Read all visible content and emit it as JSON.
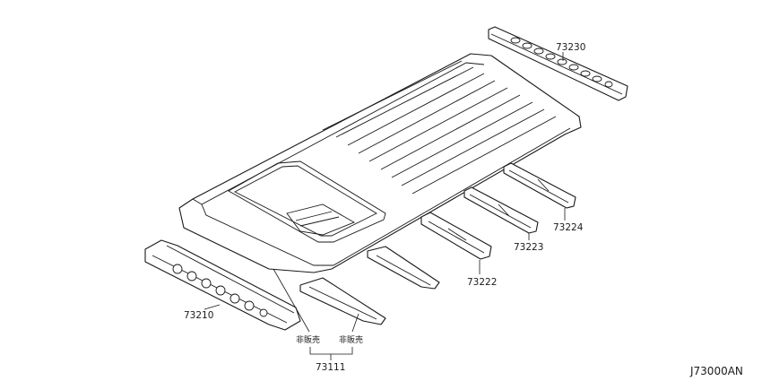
{
  "parts": [
    {
      "number": "73230"
    },
    {
      "number": "73224"
    },
    {
      "number": "73223"
    },
    {
      "number": "73222"
    },
    {
      "number": "73210"
    },
    {
      "number": "73111"
    }
  ],
  "notes": {
    "not_for_sale_left": "非販売",
    "not_for_sale_right": "非販売"
  },
  "diagram_code": "J73000AN"
}
